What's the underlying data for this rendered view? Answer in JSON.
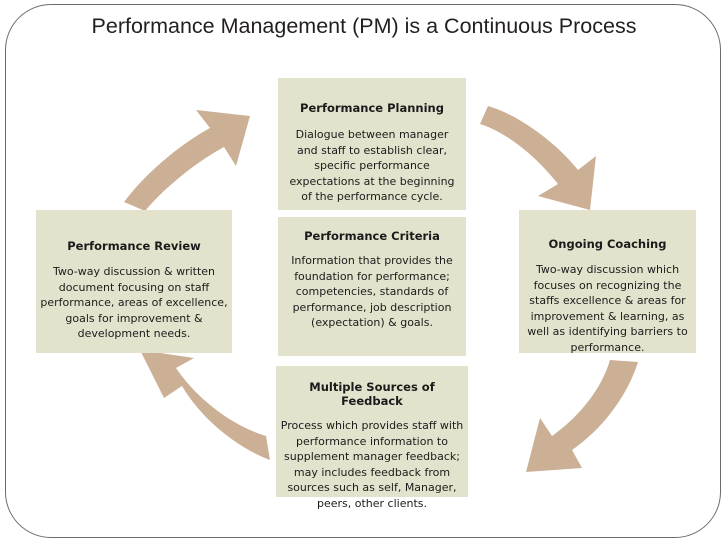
{
  "slide": {
    "title": "Performance Management (PM) is a Continuous Process",
    "colors": {
      "box_fill": "#e3e3cd",
      "arrow_fill": "#cbb096",
      "title_text": "#231f20",
      "body_text": "#1b1b1b",
      "frame_border": "#6b6b6b",
      "background": "#ffffff"
    }
  },
  "stages": {
    "planning": {
      "title": "Performance Planning",
      "body": "Dialogue between manager and staff to establish clear, specific performance expectations at the beginning of the performance cycle."
    },
    "criteria": {
      "title": "Performance Criteria",
      "body": "Information that provides the foundation for performance; competencies, standards of performance, job description (expectation) & goals."
    },
    "feedback": {
      "title": "Multiple Sources of Feedback",
      "body": "Process which provides staff with performance information to supplement manager feedback; may includes feedback from sources such as self, Manager, peers, other clients."
    },
    "review": {
      "title": "Performance Review",
      "body": "Two-way discussion & written document focusing on staff performance, areas of excellence, goals for improvement & development needs."
    },
    "coaching": {
      "title": "Ongoing Coaching",
      "body": "Two-way discussion which focuses on recognizing the staffs excellence & areas for improvement & learning, as well as identifying barriers to performance."
    }
  },
  "arrows": [
    {
      "name": "arrow-up-right-icon",
      "direction": "up-right"
    },
    {
      "name": "arrow-down-right-icon",
      "direction": "down-right"
    },
    {
      "name": "arrow-down-left-icon",
      "direction": "down-left"
    },
    {
      "name": "arrow-up-left-icon",
      "direction": "up-left"
    }
  ]
}
